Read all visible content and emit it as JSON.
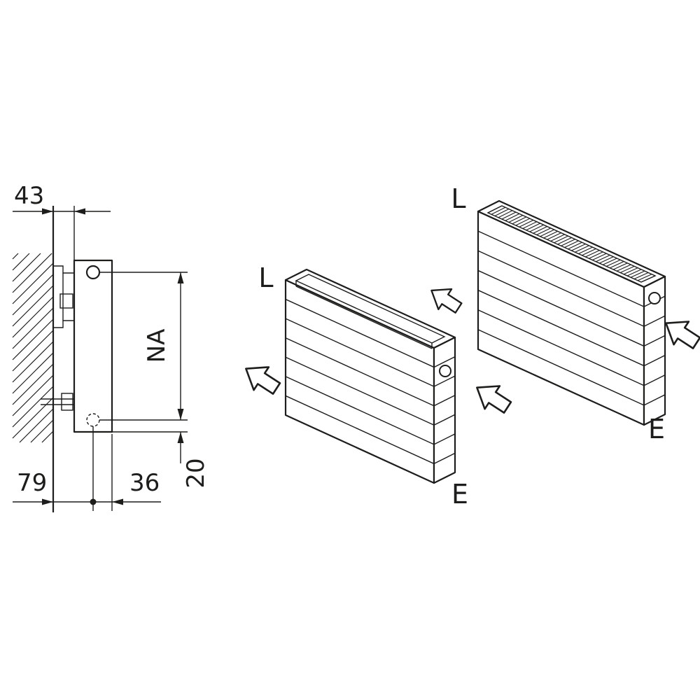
{
  "diagram": {
    "side_view": {
      "dims": {
        "top_offset": "43",
        "height": "NA",
        "bottom_left": "79",
        "bottom_mid": "36",
        "bottom_right": "20"
      }
    },
    "iso_front_radiator": {
      "left_label": "L",
      "end_label": "E"
    },
    "iso_back_radiator": {
      "left_label": "L",
      "end_label": "E"
    },
    "colors": {
      "line": "#1d1d1b",
      "background": "#ffffff"
    }
  }
}
